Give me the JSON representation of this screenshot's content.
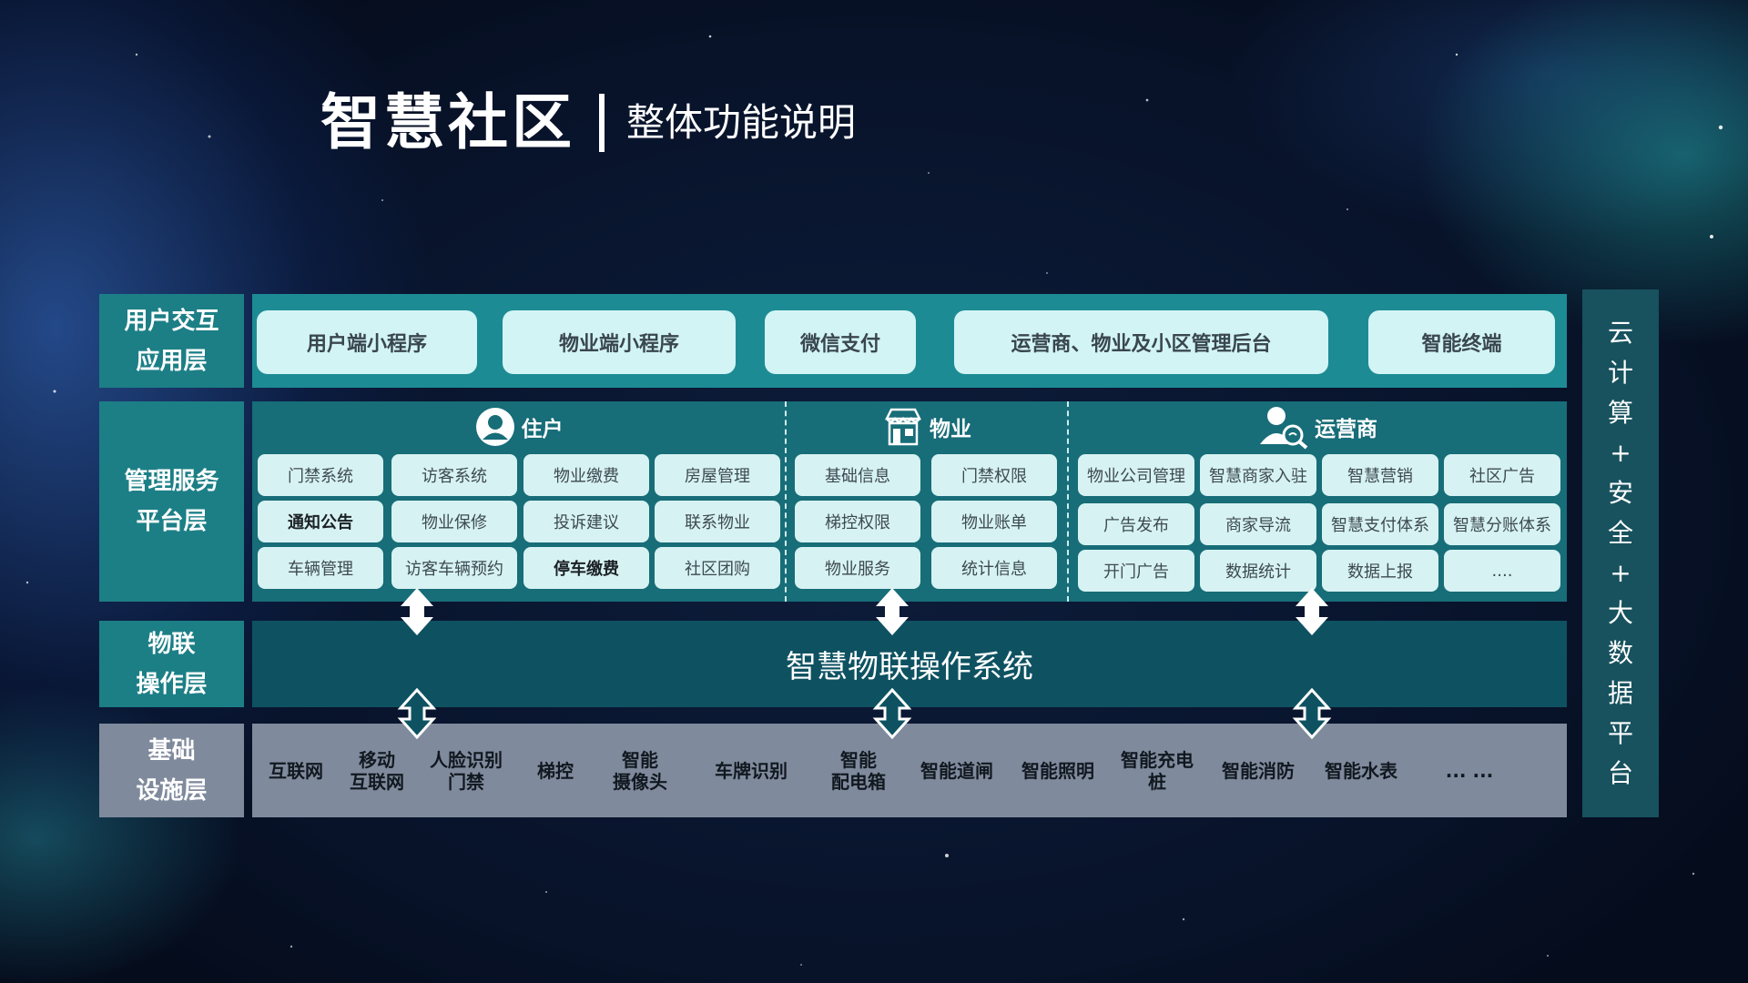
{
  "title": {
    "main": "智慧社区",
    "sub": "整体功能说明"
  },
  "layers": {
    "app_label": [
      "用户交互",
      "应用层"
    ],
    "mgmt_label": [
      "管理服务",
      "平台层"
    ],
    "iot_label": [
      "物联",
      "操作层"
    ],
    "infra_label": [
      "基础",
      "设施层"
    ]
  },
  "app_items": [
    "用户端小程序",
    "物业端小程序",
    "微信支付",
    "运营商、物业及小区管理后台",
    "智能终端"
  ],
  "groups": {
    "resident": {
      "title": "住户",
      "icon": "resident-icon",
      "items": [
        "门禁系统",
        "访客系统",
        "物业缴费",
        "房屋管理",
        "通知公告",
        "物业保修",
        "投诉建议",
        "联系物业",
        "车辆管理",
        "访客车辆预约",
        "停车缴费",
        "社区团购"
      ]
    },
    "property": {
      "title": "物业",
      "icon": "storefront-icon",
      "items": [
        "基础信息",
        "门禁权限",
        "梯控权限",
        "物业账单",
        "物业服务",
        "统计信息"
      ]
    },
    "operator": {
      "title": "运营商",
      "icon": "operator-icon",
      "items": [
        "物业公司管理",
        "智慧商家入驻",
        "智慧营销",
        "社区广告",
        "广告发布",
        "商家导流",
        "智慧支付体系",
        "智慧分账体系",
        "开门广告",
        "数据统计",
        "数据上报",
        "...."
      ]
    }
  },
  "iot_system": "智慧物联操作系统",
  "infra_items": [
    "互联网",
    "移动\n互联网",
    "人脸识别\n门禁",
    "梯控",
    "智能\n摄像头",
    "车牌识别",
    "智能\n配电箱",
    "智能道闸",
    "智能照明",
    "智能充电\n桩",
    "智能消防",
    "智能水表",
    "... ..."
  ],
  "platform": [
    "云",
    "计",
    "算",
    "+",
    "安",
    "全",
    "+",
    "大",
    "数",
    "据",
    "平",
    "台"
  ],
  "colors": {
    "app_layer": "#1d8b94",
    "mgmt_layer": "#176d78",
    "iot_layer": "#0e5262",
    "infra_layer": "#7f8a9c",
    "pill": "#d2f4f4",
    "platform_bar": "#17525e"
  }
}
